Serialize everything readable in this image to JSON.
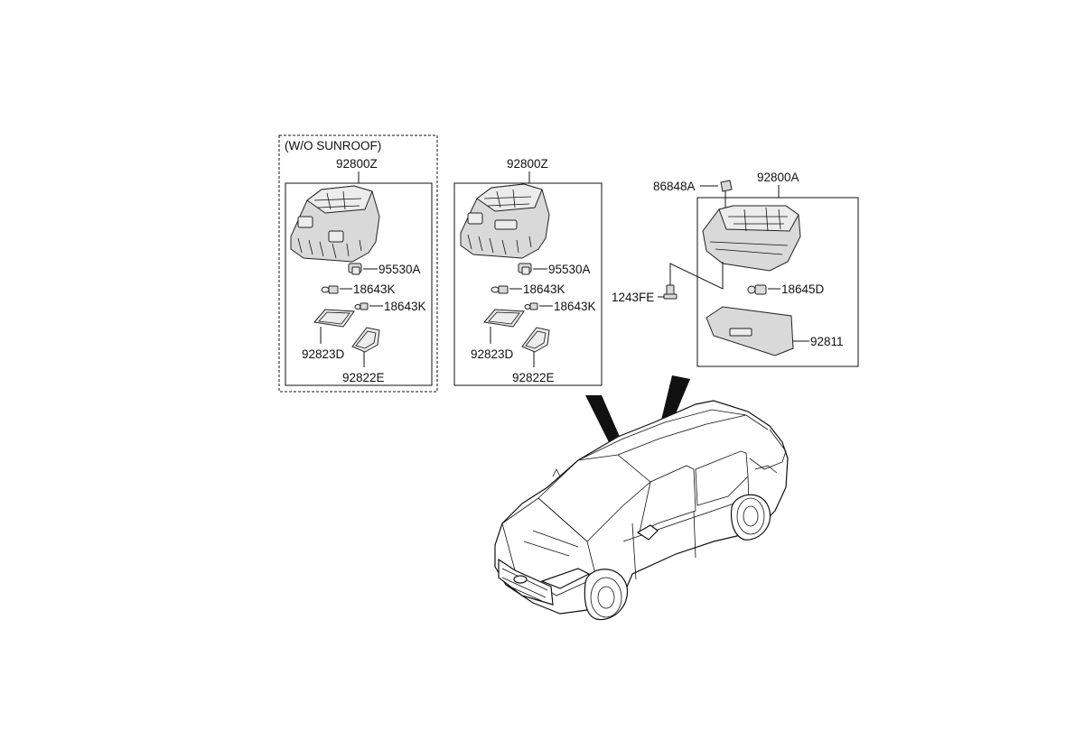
{
  "diagram": {
    "groups": {
      "wo_sunroof": {
        "note": "(W/O SUNROOF)",
        "assembly": "92800Z",
        "parts": {
          "socket": "95530A",
          "bulb_a": "18643K",
          "bulb_b": "18643K",
          "lens": "92823D",
          "lens_small": "92822E"
        }
      },
      "standard": {
        "assembly": "92800Z",
        "parts": {
          "socket": "95530A",
          "bulb_a": "18643K",
          "bulb_b": "18643K",
          "lens": "92823D",
          "lens_small": "92822E"
        }
      },
      "room_lamp": {
        "assembly": "92800A",
        "parts": {
          "clip": "86848A",
          "screw": "1243FE",
          "bulb": "18645D",
          "lens": "92811"
        }
      }
    },
    "colors": {
      "line": "#111111",
      "part_fill": "#d9d9d9",
      "background": "#ffffff"
    }
  }
}
